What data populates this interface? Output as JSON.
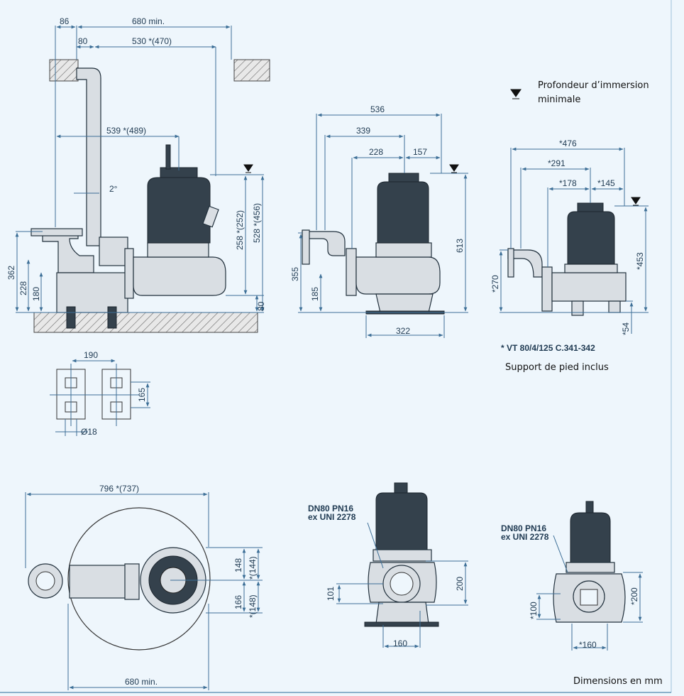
{
  "legend": {
    "symbol_name": "water-level-icon",
    "text_line1": "Profondeur d’immersion",
    "text_line2": "minimale"
  },
  "notes": {
    "vt_model": "* VT 80/4/125 C.341-342",
    "support": "Support de pied inclus",
    "units": "Dimensions en mm"
  },
  "installation_view": {
    "d86": "86",
    "d680min_top": "680 min.",
    "d80_top": "80",
    "d530": "530  *(470)",
    "d539": "539  *(489)",
    "angle": "2°",
    "d362": "362",
    "d228": "228",
    "d180": "180",
    "d258": "258 *(252)",
    "d528": "528 *(456)",
    "d80_side": "80"
  },
  "front_view": {
    "d536": "536",
    "d339": "339",
    "d228": "228",
    "d157": "157",
    "d355": "355",
    "d185": "185",
    "d613": "613",
    "d322": "322"
  },
  "alt_view": {
    "d476": "*476",
    "d291": "*291",
    "d178": "*178",
    "d145": "*145",
    "d270": "*270",
    "d453": "*453",
    "d54": "*54"
  },
  "foot_plate": {
    "d190": "190",
    "d165": "165",
    "d18": "Ø18"
  },
  "plan_view": {
    "d796": "796 *(737)",
    "d148": "148",
    "d144": "*(144)",
    "d166": "166",
    "d148b": "*(148)",
    "d680min": "680 min."
  },
  "flange_view": {
    "label1": "DN80 PN16",
    "label2": "ex UNI 2278",
    "d101": "101",
    "d200": "200",
    "d160": "160"
  },
  "flange_view_alt": {
    "label1": "DN80 PN16",
    "label2": "ex UNI 2278",
    "d100": "*100",
    "d200": "*200",
    "d160": "*160"
  }
}
